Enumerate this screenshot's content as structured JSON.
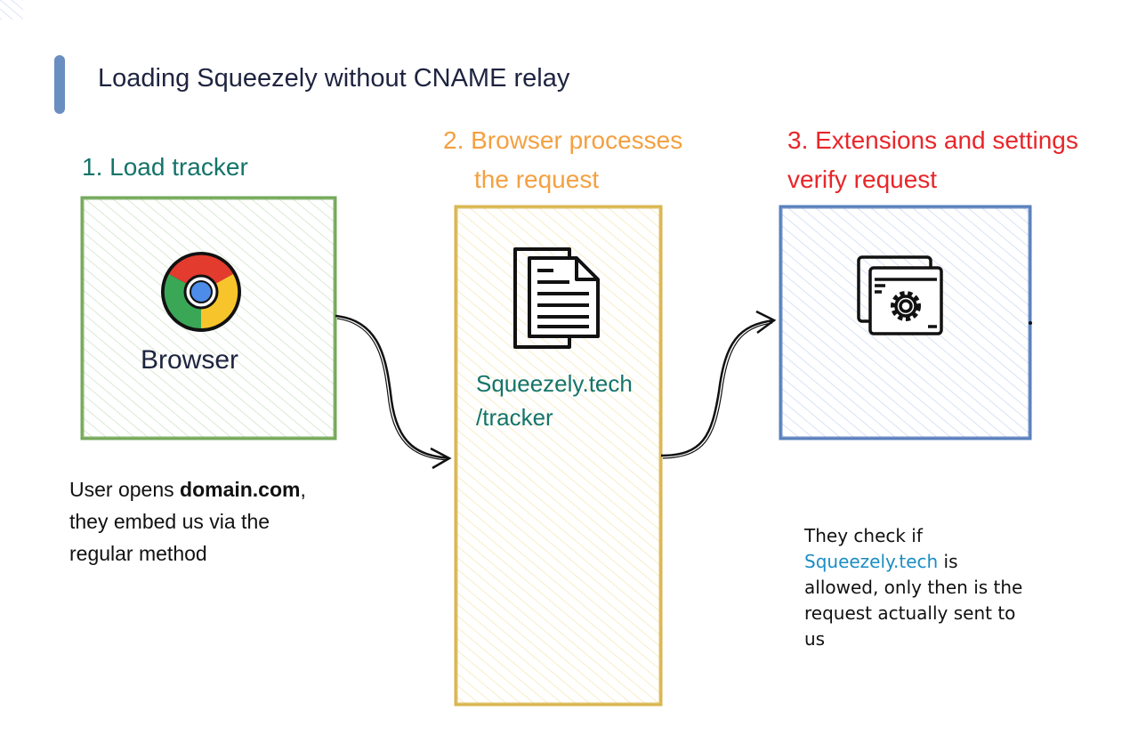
{
  "title": "Loading Squeezely without CNAME relay",
  "steps": [
    {
      "heading": "1. Load tracker",
      "label": "Browser",
      "color": "#74a95a"
    },
    {
      "heading_line1": "2. Browser processes",
      "heading_line2": "the request",
      "label_line1": "Squeezely.tech",
      "label_line2": "/tracker",
      "color": "#d9b64f"
    },
    {
      "heading_line1": "3. Extensions and settings",
      "heading_line2": "verify request",
      "color": "#5a80bd"
    }
  ],
  "notes": {
    "step1": {
      "pre": "User opens ",
      "bold": "domain.com",
      "post": ",",
      "line2": "they embed us via the",
      "line3": "regular method"
    },
    "step3": {
      "line1": "They check if",
      "highlight": "Squeezely.tech",
      "after_highlight": " is",
      "line3": "allowed, only then is the",
      "line4": "request actually sent to",
      "line5": "us"
    }
  },
  "icons": [
    "chrome-browser-icon",
    "document-icon",
    "settings-window-icon"
  ]
}
